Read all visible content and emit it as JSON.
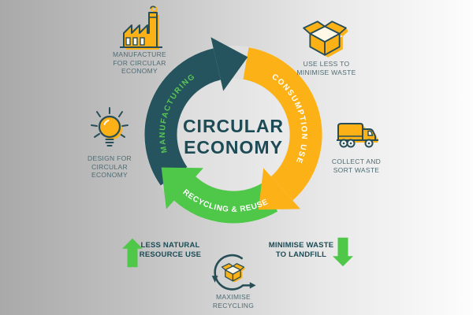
{
  "center": {
    "title": "CIRCULAR\nECONOMY"
  },
  "arcs": {
    "manufacturing": {
      "label": "MANUFACTURING",
      "arc_color": "#25545e",
      "label_color": "#5bc556"
    },
    "consumption": {
      "label": "CONSUMPTION USE",
      "arc_color": "#fcb216",
      "label_color": "#ffffff"
    },
    "recycling": {
      "label": "RECYCLING & REUSE",
      "arc_color": "#4fc748",
      "label_color": "#ffffff"
    }
  },
  "nodes": {
    "manufacture": {
      "icon": "factory-icon",
      "caption": "MANUFACTURE\nFOR CIRCULAR\nECONOMY"
    },
    "use_less": {
      "icon": "open-box-icon",
      "caption": "USE LESS TO\nMINIMISE WASTE"
    },
    "design": {
      "icon": "lightbulb-icon",
      "caption": "DESIGN FOR\nCIRCULAR\nECONOMY"
    },
    "collect": {
      "icon": "garbage-truck-icon",
      "caption": "COLLECT AND\nSORT WASTE"
    },
    "maximise": {
      "icon": "recycle-box-icon",
      "caption": "MAXIMISE\nRECYCLING"
    }
  },
  "footnotes": {
    "less_resource": {
      "icon": "up-arrow-icon",
      "label": "LESS NATURAL\nRESOURCE USE"
    },
    "minimise_landfill": {
      "icon": "down-arrow-icon",
      "label": "MINIMISE WASTE\nTO LANDFILL"
    }
  },
  "palette": {
    "teal": "#25545e",
    "yellow": "#fcb216",
    "green": "#4fc748",
    "caption_text": "#4e6b73",
    "dark_text": "#1c4b55",
    "bg_left": "#a9a9a9",
    "bg_right": "#fdfdfd"
  }
}
